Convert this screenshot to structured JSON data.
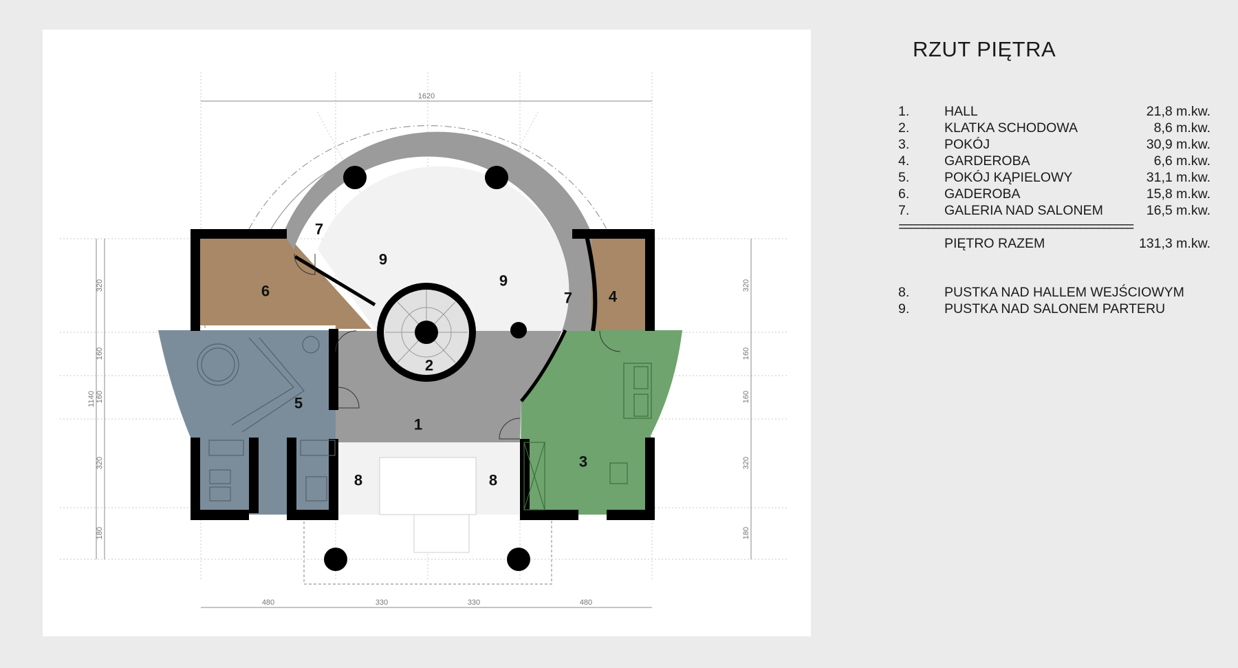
{
  "legend": {
    "title": "RZUT PIĘTRA",
    "rooms": [
      {
        "num": "1.",
        "name": "HALL",
        "area": "21,8 m.kw."
      },
      {
        "num": "2.",
        "name": "KLATKA SCHODOWA",
        "area": "8,6 m.kw."
      },
      {
        "num": "3.",
        "name": "POKÓJ",
        "area": "30,9 m.kw."
      },
      {
        "num": "4.",
        "name": "GARDEROBA",
        "area": "6,6 m.kw."
      },
      {
        "num": "5.",
        "name": "POKÓJ KĄPIELOWY",
        "area": "31,1 m.kw."
      },
      {
        "num": "6.",
        "name": "GADEROBA",
        "area": "15,8 m.kw."
      },
      {
        "num": "7.",
        "name": "GALERIA NAD SALONEM",
        "area": "16,5 m.kw."
      }
    ],
    "separator": "========================================",
    "total": {
      "name": "PIĘTRO RAZEM",
      "area": "131,3 m.kw."
    },
    "voids": [
      {
        "num": "8.",
        "name": "PUSTKA NAD HALLEM WEJŚCIOWYM"
      },
      {
        "num": "9.",
        "name": "PUSTKA NAD SALONEM PARTERU"
      }
    ]
  },
  "plan": {
    "colors": {
      "wall": "#000000",
      "hall": "#9b9b9b",
      "stair": "#e1e1e1",
      "void": "#f2f2f2",
      "bedroom": "#6fa46e",
      "bathroom": "#7b8d9b",
      "wardrobe": "#a88866",
      "column": "#000000"
    },
    "room_labels": {
      "r1": "1",
      "r2": "2",
      "r3": "3",
      "r4": "4",
      "r5": "5",
      "r6": "6",
      "r7a": "7",
      "r7b": "7",
      "r8a": "8",
      "r8b": "8",
      "r9a": "9",
      "r9b": "9"
    },
    "dims": {
      "top": "1620",
      "bottom": [
        "480",
        "330",
        "330",
        "480"
      ],
      "left_total": "1140",
      "left": [
        "320",
        "160",
        "160",
        "320",
        "180"
      ],
      "right": [
        "320",
        "160",
        "160",
        "320",
        "180"
      ]
    }
  }
}
